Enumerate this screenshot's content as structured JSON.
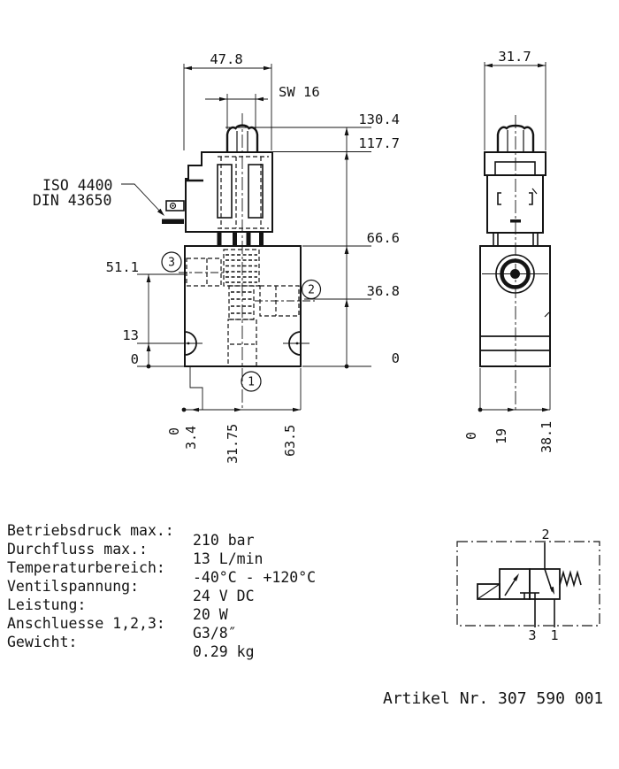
{
  "front_view": {
    "dims": {
      "width_top": "47.8",
      "wrench_size": "SW 16",
      "height_nut": "130.4",
      "height_coil": "117.7",
      "height_body": "66.6",
      "height_port2": "36.8",
      "right_zero": "0",
      "left_port3": "51.1",
      "left_mount": "13",
      "left_zero": "0",
      "bottom_zero": "0",
      "bottom_step": "3.4",
      "bottom_center": "31.75",
      "bottom_width": "63.5"
    },
    "connector_standard_line1": "ISO 4400",
    "connector_standard_line2": "DIN 43650",
    "balloons": {
      "port1": "1",
      "port2": "2",
      "port3": "3"
    }
  },
  "side_view": {
    "dims": {
      "width_top": "31.7",
      "bottom_zero": "0",
      "bottom_center": "19",
      "bottom_width": "38.1"
    }
  },
  "schematic_symbol": {
    "port_top": "2",
    "port_bottom_left": "3",
    "port_bottom_right": "1"
  },
  "specs": {
    "rows": [
      {
        "label": "Betriebsdruck max.:",
        "value": "210 bar"
      },
      {
        "label": "Durchfluss max.:",
        "value": "13 L/min"
      },
      {
        "label": "Temperaturbereich:",
        "value": "-40°C - +120°C"
      },
      {
        "label": "Ventilspannung:",
        "value": "24 V DC"
      },
      {
        "label": "Leistung:",
        "value": "20 W"
      },
      {
        "label": "Anschluesse 1,2,3:",
        "value": "G3/8″"
      },
      {
        "label": "Gewicht:",
        "value": "0.29 kg"
      }
    ]
  },
  "footer": {
    "artikel_label": "Artikel Nr. 307 590 001"
  }
}
